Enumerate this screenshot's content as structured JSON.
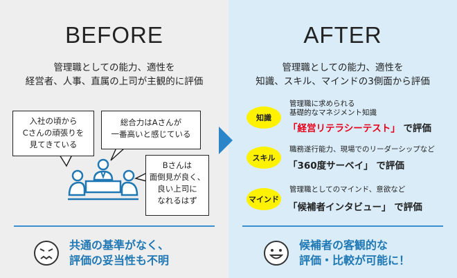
{
  "before": {
    "heading": "BEFORE",
    "sub_line1": "管理職としての能力、適性を",
    "sub_line2": "経営者、人事、直属の上司が主観的に評価",
    "bubble1": [
      "入社の頃から",
      "Cさんの頑張りを",
      "見てきている"
    ],
    "bubble2": [
      "総合力はAさんが",
      "一番高いと感じている"
    ],
    "bubble3": [
      "Bさんは",
      "面倒見が良く、",
      "良い上司に",
      "なれるはず"
    ],
    "bottom_line1": "共通の基準がなく、",
    "bottom_line2": "評価の妥当性も不明"
  },
  "after": {
    "heading": "AFTER",
    "sub_line1": "管理職としての能力、適性を",
    "sub_line2": "知識、スキル、マインドの3側面から評価",
    "items": [
      {
        "badge": "知識",
        "small1": "管理職に求められる",
        "small2": "基礎的なマネジメント知識",
        "main_highlight": "「経営リテラシーテスト」",
        "main_suffix": "で評価"
      },
      {
        "badge": "スキル",
        "small1": "職務遂行能力、現場でのリーダーシップなど",
        "main_highlight": "「360度サーベイ」",
        "main_suffix": "で評価"
      },
      {
        "badge": "マインド",
        "small1": "管理職としてのマインド、意欲など",
        "main_highlight": "「候補者インタビュー」",
        "main_suffix": "で評価"
      }
    ],
    "bottom_line1": "候補者の客観的な",
    "bottom_line2": "評価・比較が可能に！"
  },
  "colors": {
    "left_bg": "#eeeeee",
    "right_bg": "#d9ecf8",
    "accent_blue": "#1f78b4",
    "arrow_blue": "#2a86c8",
    "badge_yellow": "#fff200",
    "highlight_red": "#e8001a"
  },
  "icons": {
    "arrow": "right-arrow-icon",
    "sad_face": "worried-face-icon",
    "happy_face": "smiling-face-icon",
    "meeting": "meeting-people-icon"
  }
}
